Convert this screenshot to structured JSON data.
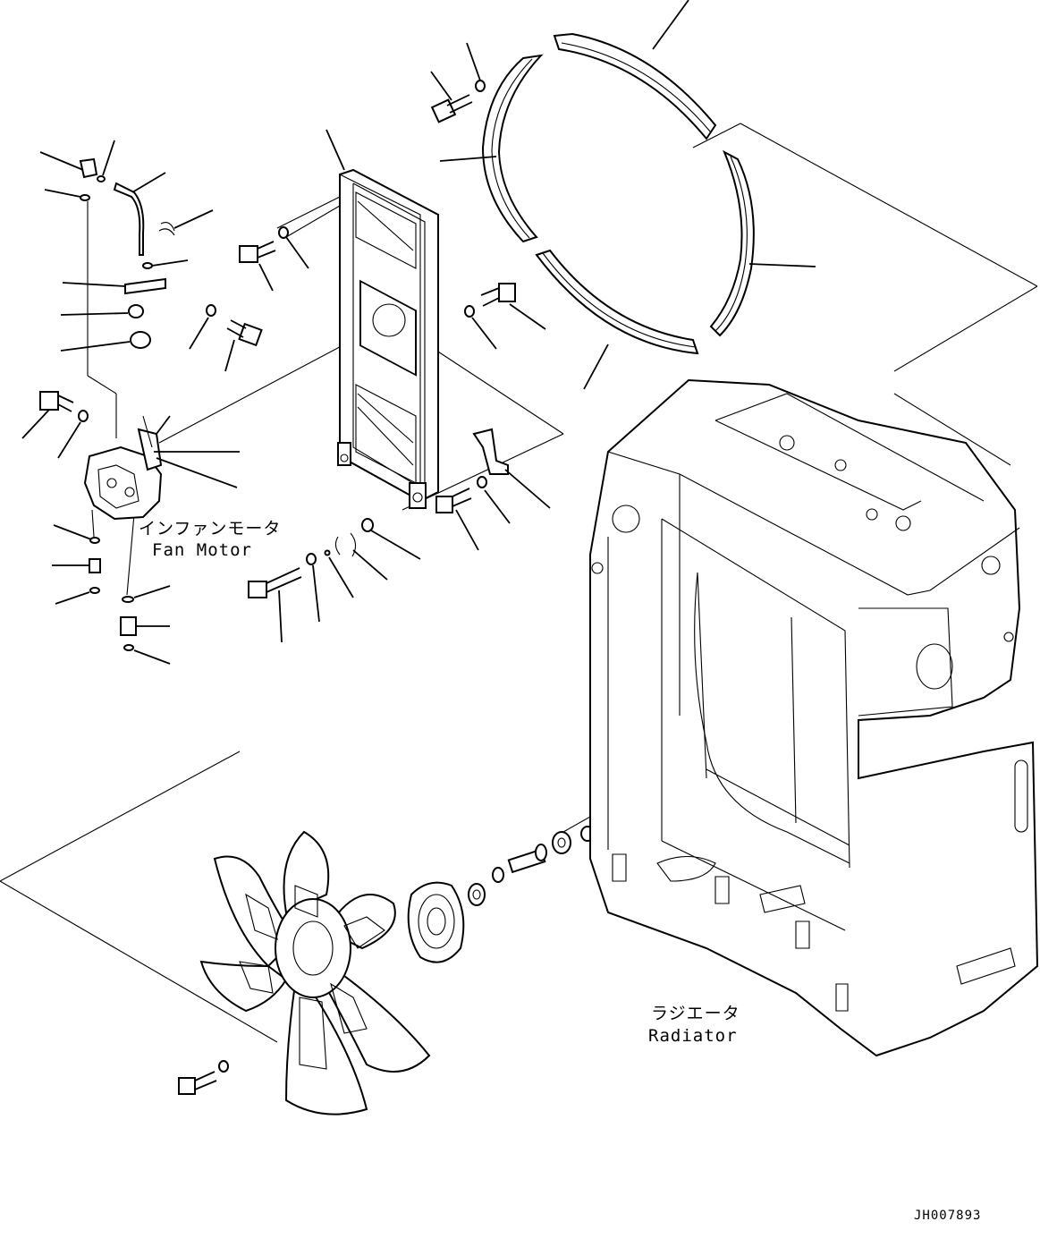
{
  "labels": {
    "fan_motor_jp": "インファンモータ",
    "fan_motor_en": "Fan Motor",
    "radiator_jp": "ラジエータ",
    "radiator_en": "Radiator",
    "drawing_code": "JH007893"
  },
  "colors": {
    "line": "#000000",
    "background": "#ffffff"
  }
}
